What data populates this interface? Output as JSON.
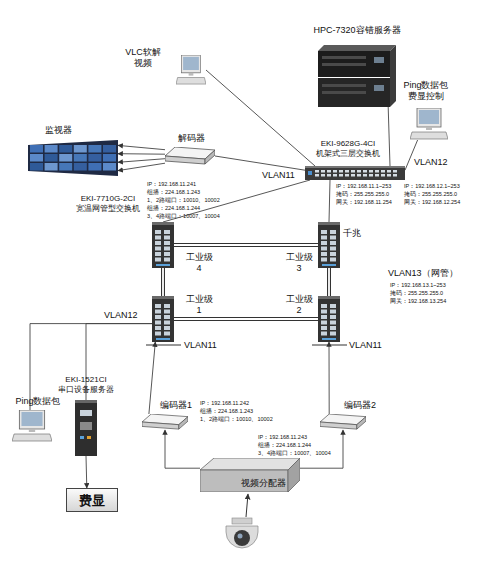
{
  "diagram": {
    "nodes": [
      {
        "text": [
          "HPC-7320容错服务器"
        ]
      },
      {
        "text": [
          "VLC软解 视频"
        ]
      },
      {
        "text": [
          "Ping数据包 费显控制"
        ]
      },
      {
        "text": [
          "监视器"
        ]
      },
      {
        "text": [
          "解码器"
        ]
      },
      {
        "text": [
          "EKI-9628G-4CI 机架式三层交换机"
        ]
      },
      {
        "text": [
          "EKI-7710G-2CI 宽温网管型交换机",
          "工业级 4"
        ]
      },
      {
        "text": [
          "工业级 3"
        ]
      },
      {
        "text": [
          "工业级 1"
        ]
      },
      {
        "text": [
          "工业级 2"
        ]
      },
      {
        "text": [
          "Ping数据包"
        ]
      },
      {
        "text": [
          "EKI-1521CI 串口设备服务器"
        ]
      },
      {
        "text": [
          "费显"
        ]
      },
      {
        "text": [
          "编码器1"
        ]
      },
      {
        "text": [
          "编码器2"
        ]
      },
      {
        "text": [
          "视频分配器"
        ]
      }
    ],
    "edges": [
      {
        "from": 0,
        "to": 5,
        "arrow": "none"
      },
      {
        "from": 1,
        "to": 5,
        "arrow": "none"
      },
      {
        "from": 2,
        "to": 5,
        "arrow": "none"
      },
      {
        "from": 4,
        "to": 5,
        "arrow": "none"
      },
      {
        "from": 4,
        "to": 3,
        "arrow": "to"
      },
      {
        "from": 4,
        "to": 3,
        "arrow": "to"
      },
      {
        "from": 4,
        "to": 3,
        "arrow": "to"
      },
      {
        "from": 4,
        "to": 3,
        "arrow": "to"
      },
      {
        "from": 5,
        "to": 6,
        "arrow": "none"
      },
      {
        "from": 5,
        "to": 7,
        "arrow": "none"
      },
      {
        "from": 6,
        "to": 7,
        "arrow": "none"
      },
      {
        "from": 6,
        "to": 8,
        "arrow": "none"
      },
      {
        "from": 7,
        "to": 9,
        "arrow": "none"
      },
      {
        "from": 8,
        "to": 9,
        "arrow": "none"
      },
      {
        "from": 8,
        "to": 10,
        "arrow": "none"
      },
      {
        "from": 8,
        "to": 11,
        "arrow": "none"
      },
      {
        "from": 11,
        "to": 12,
        "arrow": "to"
      },
      {
        "from": 13,
        "to": 8,
        "arrow": "to"
      },
      {
        "from": 14,
        "to": 9,
        "arrow": "to"
      },
      {
        "from": 15,
        "to": 13,
        "arrow": "to"
      },
      {
        "from": 15,
        "to": 14,
        "arrow": "to"
      }
    ],
    "labels": [
      "VLAN11",
      "VLAN12",
      "IP：192.168.11.241",
      "组播：224.168.1.243",
      "1、2路端口：10010、10002",
      "组播：224.168.1.244",
      "3、4路端口：10007、10004",
      "IP：192.168.11.1~253",
      "掩码：255.255.255.0",
      "网关：192.168.11.254",
      "IP：192.168.12.1~253",
      "掩码：255.255.255.0",
      "网关：192.168.12.254",
      "千兆",
      "VLAN13（网管）",
      "IP：192.168.13.1~253",
      "掩码：255.255.255.0",
      "网关：192.168.13.254",
      "VLAN12",
      "VLAN11",
      "VLAN11",
      "IP：192.168.11.242",
      "组播：224.168.1.243",
      "1、2路端口：10010、10002",
      "IP：192.168.11.243",
      "组播：224.168.1.244",
      "3、4路端口：10007、10004"
    ]
  }
}
